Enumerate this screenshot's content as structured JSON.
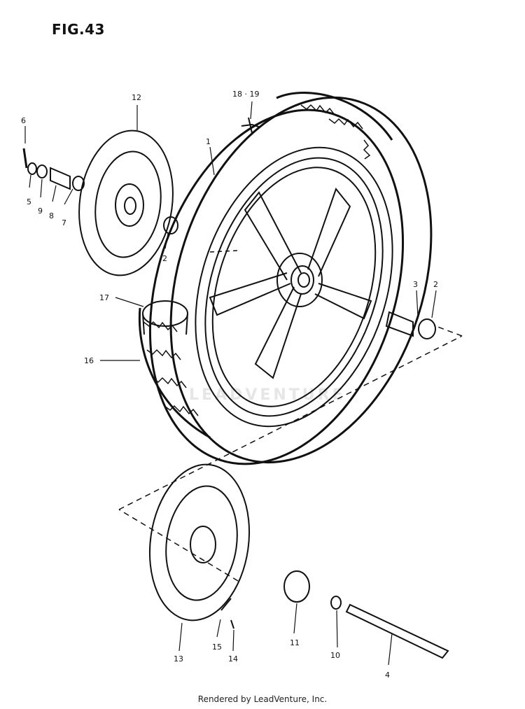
{
  "figure": {
    "title": "FIG.43"
  },
  "watermark": "LEADVENTURE",
  "footer": "Rendered by LeadVenture, Inc.",
  "callouts": {
    "c1": "1",
    "c2a": "2",
    "c2b": "2",
    "c3": "3",
    "c4": "4",
    "c5": "5",
    "c6": "6",
    "c7": "7",
    "c8": "8",
    "c9": "9",
    "c10": "10",
    "c11": "11",
    "c12": "12",
    "c13": "13",
    "c14": "14",
    "c15": "15",
    "c16": "16",
    "c17": "17",
    "c1819": "18 · 19"
  }
}
